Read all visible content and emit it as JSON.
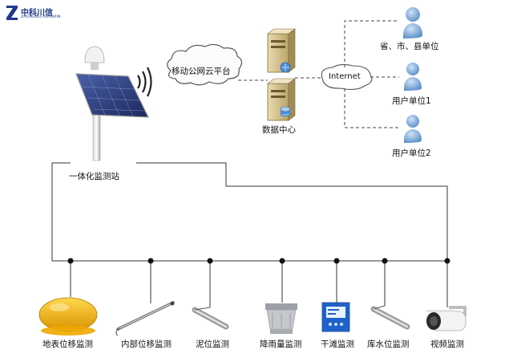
{
  "logo": {
    "name": "中科川信",
    "subtitle": "ZHONGKECHUANXIN"
  },
  "station": {
    "label": "一体化监测站"
  },
  "cloud": {
    "label": "移动公网云平台"
  },
  "data_center": {
    "label": "数据中心"
  },
  "internet": {
    "label": "Internet"
  },
  "users": [
    {
      "label": "省、市、县单位"
    },
    {
      "label": "用户单位1"
    },
    {
      "label": "用户单位2"
    }
  ],
  "sensors": [
    {
      "label": "地表位移监测"
    },
    {
      "label": "内部位移监测"
    },
    {
      "label": "泥位监测"
    },
    {
      "label": "降雨量监测"
    },
    {
      "label": "干滩监测"
    },
    {
      "label": "库水位监测"
    },
    {
      "label": "视频监测"
    }
  ],
  "colors": {
    "logo": "#1f3a8a",
    "user_icon": "#6a9fd4",
    "lines": "#333333",
    "dome": "#f0b400",
    "panel": "#2c3e78"
  }
}
